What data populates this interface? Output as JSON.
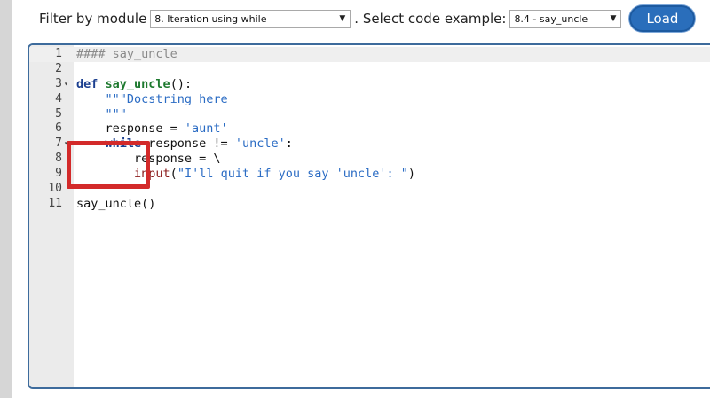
{
  "toolbar": {
    "filter_label": "Filter by module",
    "module_selected": "8. Iteration using while",
    "example_label": ". Select code example:",
    "example_selected": "8.4 - say_uncle",
    "load_label": "Load"
  },
  "editor": {
    "lines": [
      {
        "num": "1",
        "fold": "",
        "tokens": [
          {
            "t": "#### say_uncle",
            "c": "comment"
          }
        ]
      },
      {
        "num": "2",
        "fold": "",
        "tokens": []
      },
      {
        "num": "3",
        "fold": "▾",
        "tokens": [
          {
            "t": "def",
            "c": "kw"
          },
          {
            "t": " ",
            "c": ""
          },
          {
            "t": "say_uncle",
            "c": "def"
          },
          {
            "t": "():",
            "c": ""
          }
        ]
      },
      {
        "num": "4",
        "fold": "",
        "tokens": [
          {
            "t": "    ",
            "c": ""
          },
          {
            "t": "\"\"\"Docstring here",
            "c": "str"
          }
        ]
      },
      {
        "num": "5",
        "fold": "",
        "tokens": [
          {
            "t": "    ",
            "c": ""
          },
          {
            "t": "\"\"\"",
            "c": "str"
          }
        ]
      },
      {
        "num": "6",
        "fold": "",
        "tokens": [
          {
            "t": "    response = ",
            "c": ""
          },
          {
            "t": "'aunt'",
            "c": "str"
          }
        ]
      },
      {
        "num": "7",
        "fold": "▾",
        "tokens": [
          {
            "t": "    ",
            "c": ""
          },
          {
            "t": "while",
            "c": "kw"
          },
          {
            "t": " response != ",
            "c": ""
          },
          {
            "t": "'uncle'",
            "c": "str"
          },
          {
            "t": ":",
            "c": ""
          }
        ]
      },
      {
        "num": "8",
        "fold": "",
        "tokens": [
          {
            "t": "        response = \\",
            "c": ""
          }
        ]
      },
      {
        "num": "9",
        "fold": "",
        "tokens": [
          {
            "t": "        ",
            "c": ""
          },
          {
            "t": "input",
            "c": "builtin"
          },
          {
            "t": "(",
            "c": ""
          },
          {
            "t": "\"I'll quit if you say 'uncle': \"",
            "c": "str"
          },
          {
            "t": ")",
            "c": ""
          }
        ]
      },
      {
        "num": "10",
        "fold": "",
        "tokens": []
      },
      {
        "num": "11",
        "fold": "",
        "tokens": [
          {
            "t": "say_uncle()",
            "c": ""
          }
        ]
      }
    ]
  },
  "colors": {
    "accent": "#2a6ebb",
    "editor_border": "#3d6b9c",
    "highlight": "#d32a2a"
  }
}
